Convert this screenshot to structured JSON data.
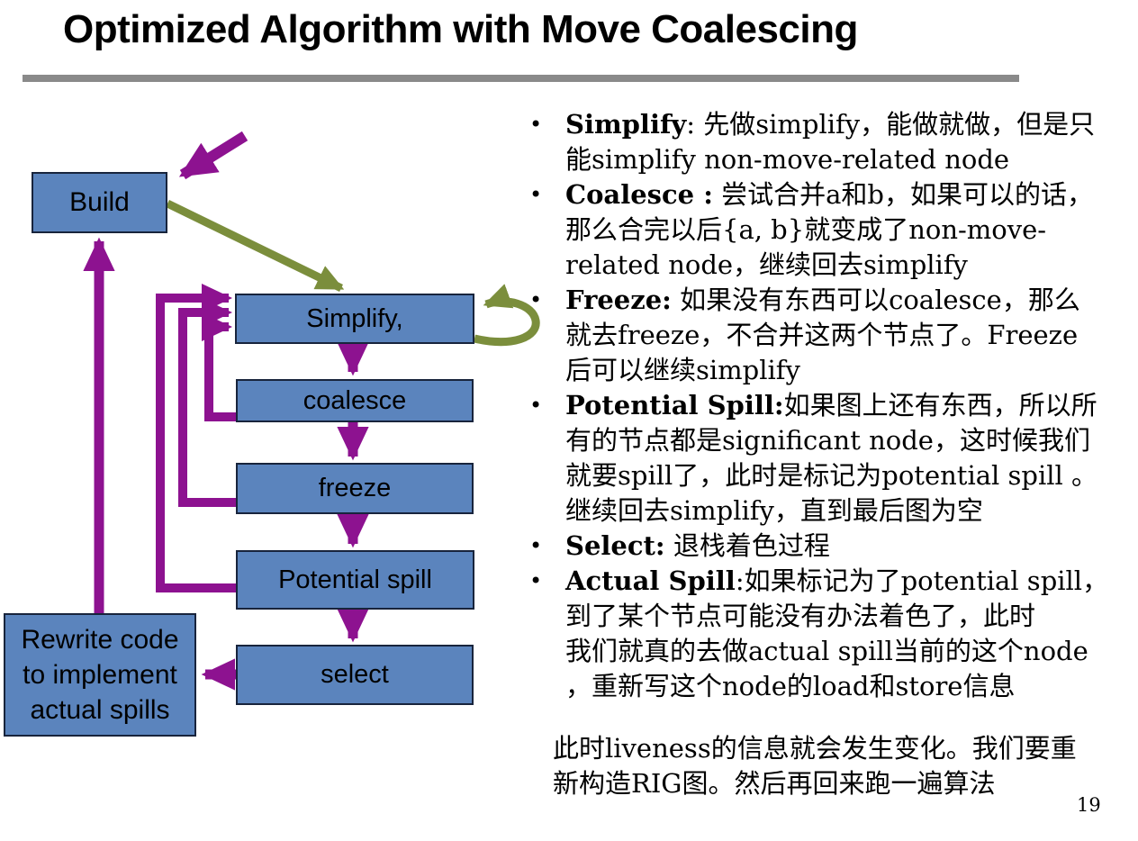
{
  "slide": {
    "title": "Optimized Algorithm with Move Coalescing",
    "page_number": "19"
  },
  "ui": {
    "bullet_char": "•"
  },
  "colors": {
    "box_fill": "#5B84BD",
    "box_border": "#18243C",
    "arrow_purple": "#8D1290",
    "arrow_green": "#7B8E3C",
    "title_rule": "#8A8A8A"
  },
  "flowchart": {
    "nodes": [
      {
        "id": "build",
        "label": "Build"
      },
      {
        "id": "simplify",
        "label": "Simplify,"
      },
      {
        "id": "coalesce",
        "label": "coalesce"
      },
      {
        "id": "freeze",
        "label": "freeze"
      },
      {
        "id": "potential-spill",
        "label": "Potential spill"
      },
      {
        "id": "select",
        "label": "select"
      },
      {
        "id": "rewrite",
        "label": "Rewrite code\nto implement\nactual spills"
      }
    ],
    "edges": [
      "start -> build",
      "build -> simplify",
      "simplify -> coalesce",
      "coalesce -> freeze",
      "freeze -> potential-spill",
      "potential-spill -> select",
      "select -> rewrite",
      "rewrite -> build",
      "coalesce -> simplify (loop)",
      "freeze -> simplify (loop)",
      "potential-spill -> simplify (loop)",
      "simplify -> simplify (coalesce self-loop)"
    ]
  },
  "bullets": [
    {
      "term": "Simplify",
      "text": ": 先做simplify，能做就做，但是只\n能simplify non-move-related node"
    },
    {
      "term": "Coalesce :",
      "text": " 尝试合并a和b，如果可以的话，\n那么合完以后{a, b}就变成了non-move-\nrelated node，继续回去simplify"
    },
    {
      "term": "Freeze:",
      "text": " 如果没有东西可以coalesce，那么\n就去freeze，不合并这两个节点了。Freeze\n后可以继续simplify"
    },
    {
      "term": "Potential Spill:",
      "text": "如果图上还有东西，所以所\n有的节点都是significant node，这时候我们\n就要spill了，此时是标记为potential spill 。\n继续回去simplify，直到最后图为空"
    },
    {
      "term": "Select:",
      "text": " 退栈着色过程"
    },
    {
      "term": "Actual Spill",
      "text": ":如果标记为了potential spill，\n到了某个节点可能没有办法着色了，此时\n我们就真的去做actual spill当前的这个node\n，重新写这个node的load和store信息"
    }
  ],
  "closing_paragraph": "此时liveness的信息就会发生变化。我们要重\n新构造RIG图。然后再回来跑一遍算法"
}
